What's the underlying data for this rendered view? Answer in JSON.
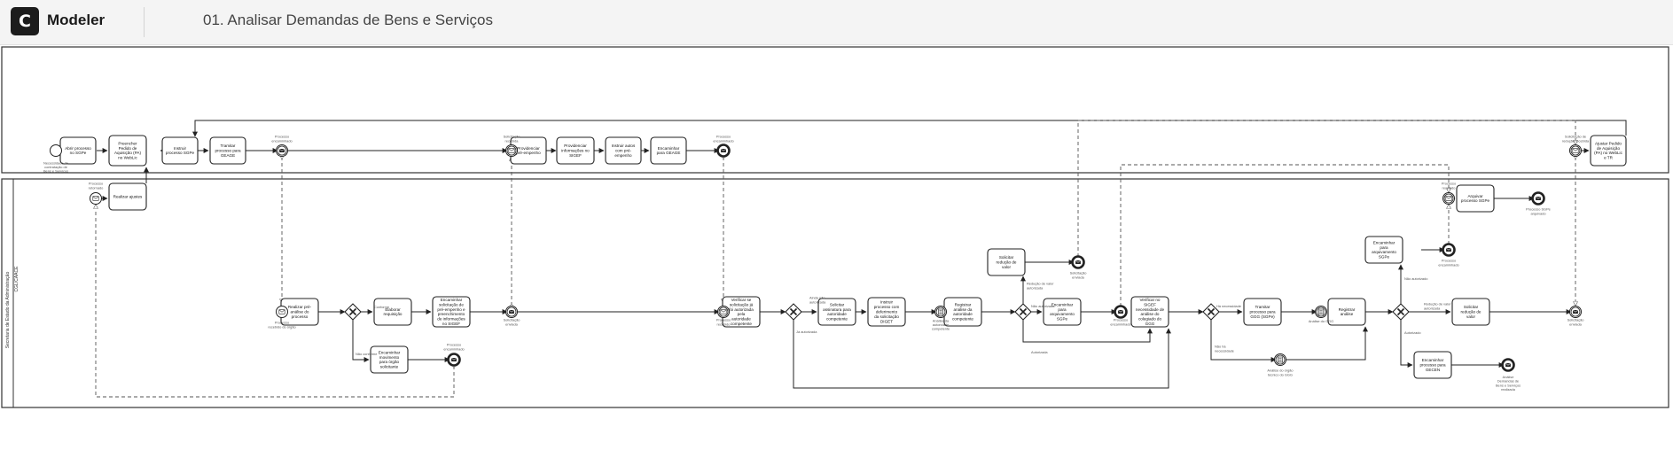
{
  "header": {
    "logo_letter": "C",
    "app_name": "Modeler",
    "document_title": "01. Analisar Demandas de Bens e Serviços"
  },
  "pool": {
    "label_line1": "Secretaria de Estado da Administração",
    "label_line2": "CGL/CAACE"
  },
  "tasks": [
    {
      "id": "t1",
      "lines": [
        "Abrir processo",
        "no SGPe"
      ]
    },
    {
      "id": "t2",
      "lines": [
        "Preencher",
        "Pedido de",
        "Aquisição (PA)",
        "no WebLic"
      ]
    },
    {
      "id": "t3",
      "lines": [
        "Realizar ajustes"
      ]
    },
    {
      "id": "t4",
      "lines": [
        "Instruir",
        "processo SGPe"
      ]
    },
    {
      "id": "t5",
      "lines": [
        "Tramitar",
        "processo para",
        "GEAGE"
      ]
    },
    {
      "id": "t6",
      "lines": [
        "Providenciar",
        "pré-empenho"
      ]
    },
    {
      "id": "t7",
      "lines": [
        "Providenciar",
        "informações no",
        "SIGEF"
      ]
    },
    {
      "id": "t8",
      "lines": [
        "Instruir autos",
        "com pré-",
        "empenho"
      ]
    },
    {
      "id": "t9",
      "lines": [
        "Encaminhar",
        "para GEAGE"
      ]
    },
    {
      "id": "t10",
      "lines": [
        "Ajustar Pedido",
        "de Aquisição",
        "(PA) no WebLic",
        "e TR"
      ]
    },
    {
      "id": "t11",
      "lines": [
        "Arquivar",
        "processo SGPe"
      ]
    },
    {
      "id": "t12",
      "lines": [
        "Realizar pré-",
        "análise do",
        "processo"
      ]
    },
    {
      "id": "t13",
      "lines": [
        "Elaborar",
        "requisição"
      ]
    },
    {
      "id": "t14",
      "lines": [
        "Encaminhar",
        "solicitação de",
        "pré-empenho e",
        "preenchimento",
        "de informações",
        "no SIGEF"
      ]
    },
    {
      "id": "t15",
      "lines": [
        "Encaminhar",
        "movimento",
        "para órgão",
        "solicitante"
      ]
    },
    {
      "id": "t16",
      "lines": [
        "Verificar se",
        "solicitação já",
        "foi autorizada",
        "pela",
        "autoridade",
        "competente"
      ]
    },
    {
      "id": "t17",
      "lines": [
        "Solicitar",
        "assinatura para",
        "autoridade",
        "competente"
      ]
    },
    {
      "id": "t18",
      "lines": [
        "Instruir",
        "processo com",
        "deferimento",
        "da solicitação",
        "DIGET"
      ]
    },
    {
      "id": "t19",
      "lines": [
        "Registrar",
        "análise da",
        "autoridade",
        "competente"
      ]
    },
    {
      "id": "t20",
      "lines": [
        "Solicitar",
        "redução de",
        "valor"
      ]
    },
    {
      "id": "t21",
      "lines": [
        "Encaminhar",
        "para",
        "arquivamento",
        "SGPe"
      ]
    },
    {
      "id": "t22",
      "lines": [
        "Verificar no",
        "SIGEF",
        "necessidade de",
        "análise do",
        "colegiado do",
        "GGG"
      ]
    },
    {
      "id": "t23",
      "lines": [
        "Tramitar",
        "processo para",
        "GGG (SGPe)"
      ]
    },
    {
      "id": "t24",
      "lines": [
        "Registrar",
        "análise"
      ]
    },
    {
      "id": "t25",
      "lines": [
        "Encaminhar",
        "para",
        "arquivamento",
        "SGPe"
      ]
    },
    {
      "id": "t26",
      "lines": [
        "Solicitar",
        "redução de",
        "valor"
      ]
    },
    {
      "id": "t27",
      "lines": [
        "Encaminhar",
        "processo para",
        "GECEN"
      ]
    }
  ],
  "event_labels": [
    {
      "id": "e1",
      "lines": [
        "Necessidade de",
        "contratação de",
        "Bens e Serviços"
      ]
    },
    {
      "id": "e2",
      "lines": [
        "Processo",
        "retornado"
      ]
    },
    {
      "id": "e3",
      "lines": [
        "Processo",
        "encaminhado"
      ]
    },
    {
      "id": "e4",
      "lines": [
        "Solicitação",
        "recebida"
      ]
    },
    {
      "id": "e5",
      "lines": [
        "Processo",
        "encaminhado"
      ]
    },
    {
      "id": "e6",
      "lines": [
        "Solicitação de",
        "redução recebida"
      ]
    },
    {
      "id": "e7",
      "lines": [
        "Processo",
        "recebido"
      ]
    },
    {
      "id": "e8",
      "lines": [
        "Processo SGPe",
        "arquivado"
      ]
    },
    {
      "id": "e9",
      "lines": [
        "Processo",
        "recebido do órgão"
      ]
    },
    {
      "id": "e10",
      "lines": [
        "Processo",
        "encaminhado"
      ]
    },
    {
      "id": "e11",
      "lines": [
        "Solicitação",
        "enviada"
      ]
    },
    {
      "id": "e12",
      "lines": [
        "Processo",
        "recebido"
      ]
    },
    {
      "id": "e13",
      "lines": [
        "Análise da",
        "autoridade",
        "competente"
      ]
    },
    {
      "id": "e14",
      "lines": [
        "Solicitação",
        "enviada"
      ]
    },
    {
      "id": "e15",
      "lines": [
        "Processo",
        "encaminhado"
      ]
    },
    {
      "id": "e16",
      "lines": [
        "Análise do GGG"
      ]
    },
    {
      "id": "e17",
      "lines": [
        "Análise do órgão",
        "técnico do GGG"
      ]
    },
    {
      "id": "e18",
      "lines": [
        "Processo",
        "encaminhado"
      ]
    },
    {
      "id": "e19",
      "lines": [
        "Análise",
        "Demandas de",
        "Bens e Serviços",
        "realizada"
      ]
    },
    {
      "id": "e20",
      "lines": [
        "Solicitação",
        "enviada"
      ]
    }
  ],
  "flow_labels": [
    {
      "id": "f1",
      "lines": [
        "Conforme"
      ]
    },
    {
      "id": "f2",
      "lines": [
        "Não conforme"
      ]
    },
    {
      "id": "f3",
      "lines": [
        "Ainda não",
        "autorizada"
      ]
    },
    {
      "id": "f4",
      "lines": [
        "Já autorizada"
      ]
    },
    {
      "id": "f5",
      "lines": [
        "Redução de valor",
        "autorizada"
      ]
    },
    {
      "id": "f6",
      "lines": [
        "Não autorizada"
      ]
    },
    {
      "id": "f7",
      "lines": [
        "Autorizada"
      ]
    },
    {
      "id": "f8",
      "lines": [
        "Há necessidade"
      ]
    },
    {
      "id": "f9",
      "lines": [
        "Não há",
        "necessidade"
      ]
    },
    {
      "id": "f10",
      "lines": [
        "Não autorizado"
      ]
    },
    {
      "id": "f11",
      "lines": [
        "Redução de valor",
        "autorizada"
      ]
    },
    {
      "id": "f12",
      "lines": [
        "Autorizado"
      ]
    }
  ],
  "colors": {
    "stroke": "#222222",
    "dashed": "#555555",
    "label": "#555555",
    "header_bg": "#f4f4f4"
  }
}
